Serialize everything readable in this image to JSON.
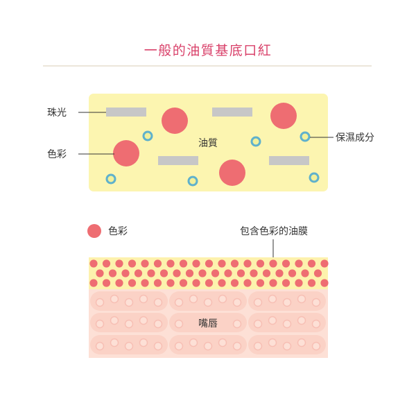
{
  "title": "一般的油質基底口紅",
  "top_panel": {
    "center_label": "油質",
    "callouts": {
      "pearl": "珠光",
      "pigment": "色彩",
      "moisture": "保濕成分"
    }
  },
  "bottom_panel": {
    "legend_label": "色彩",
    "film_label": "包含色彩的油膜",
    "lips_label": "嘴唇"
  },
  "colors": {
    "title": "#d9416a",
    "divider": "#d8ccb4",
    "oil_bg": "#fcf5b0",
    "pigment": "#ee6d72",
    "pearl": "#c7c7c7",
    "moisture_outer": "#5fb1cc",
    "moisture_inner": "#f2f09a",
    "film_bg": "#fdf2ad",
    "lips_bg": "#fde0d6",
    "lips_cell": "#fbd2c6",
    "lips_dot": "#f7bfb4"
  }
}
